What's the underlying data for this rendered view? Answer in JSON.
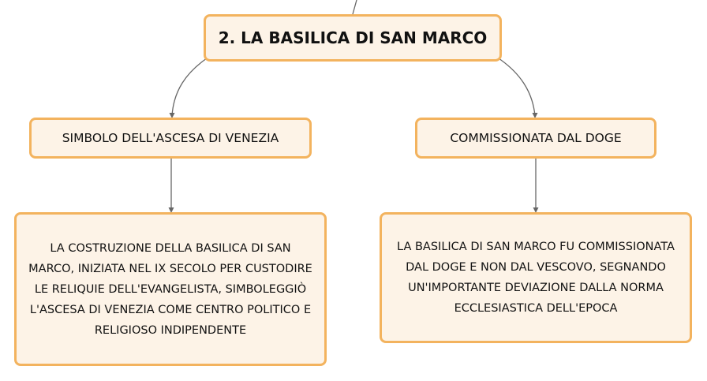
{
  "root": {
    "label": "2. LA BASILICA DI SAN MARCO"
  },
  "left": {
    "title": "SIMBOLO DELL'ASCESA DI VENEZIA",
    "body": "LA COSTRUZIONE DELLA BASILICA DI SAN MARCO, INIZIATA NEL IX SECOLO PER CUSTODIRE LE RELIQUIE DELL'EVANGELISTA, SIMBOLEGGIÒ L'ASCESA DI VENEZIA COME CENTRO POLITICO E RELIGIOSO INDIPENDENTE"
  },
  "right": {
    "title": "COMMISSIONATA DAL DOGE",
    "body": "LA BASILICA DI SAN MARCO FU COMMISSIONATA DAL DOGE E NON DAL VESCOVO, SEGNANDO UN'IMPORTANTE DEVIAZIONE DALLA NORMA ECCLESIASTICA DELL'EPOCA"
  },
  "colors": {
    "node_fill": "#fdf3e7",
    "node_border": "#f3b35e",
    "connector": "#666666",
    "text": "#111111"
  }
}
